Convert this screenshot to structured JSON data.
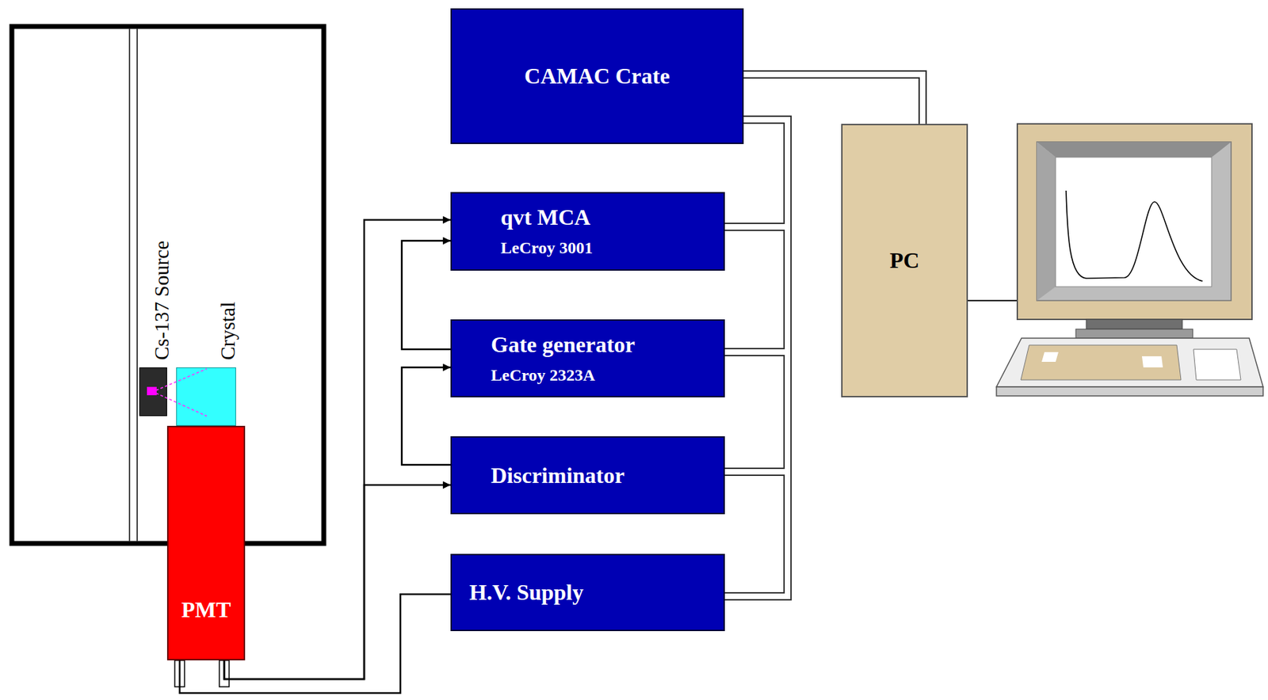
{
  "diagram": {
    "nodes": [
      {
        "text": [
          "Cs-137 Source"
        ]
      },
      {
        "text": [
          "Crystal"
        ]
      },
      {
        "text": [
          "PMT"
        ]
      },
      {
        "text": [
          "CAMAC Crate"
        ]
      },
      {
        "text": [
          "qvt MCA",
          "LeCroy 3001"
        ]
      },
      {
        "text": [
          "Gate generator",
          "LeCroy 2323A"
        ]
      },
      {
        "text": [
          "Discriminator"
        ]
      },
      {
        "text": [
          "H.V. Supply"
        ]
      },
      {
        "text": [
          "PC"
        ]
      }
    ],
    "edges": [
      {
        "from": 2,
        "to": 4,
        "arrow": "to"
      },
      {
        "from": 2,
        "to": 6,
        "arrow": "to"
      },
      {
        "from": 6,
        "to": 5,
        "arrow": "to"
      },
      {
        "from": 5,
        "to": 4,
        "arrow": "to"
      },
      {
        "from": 7,
        "to": 2,
        "arrow": "none"
      },
      {
        "from": 4,
        "to": 3,
        "arrow": "none"
      },
      {
        "from": 5,
        "to": 3,
        "arrow": "none"
      },
      {
        "from": 6,
        "to": 3,
        "arrow": "none"
      },
      {
        "from": 7,
        "to": 3,
        "arrow": "none"
      },
      {
        "from": 3,
        "to": 8,
        "arrow": "none"
      }
    ]
  }
}
